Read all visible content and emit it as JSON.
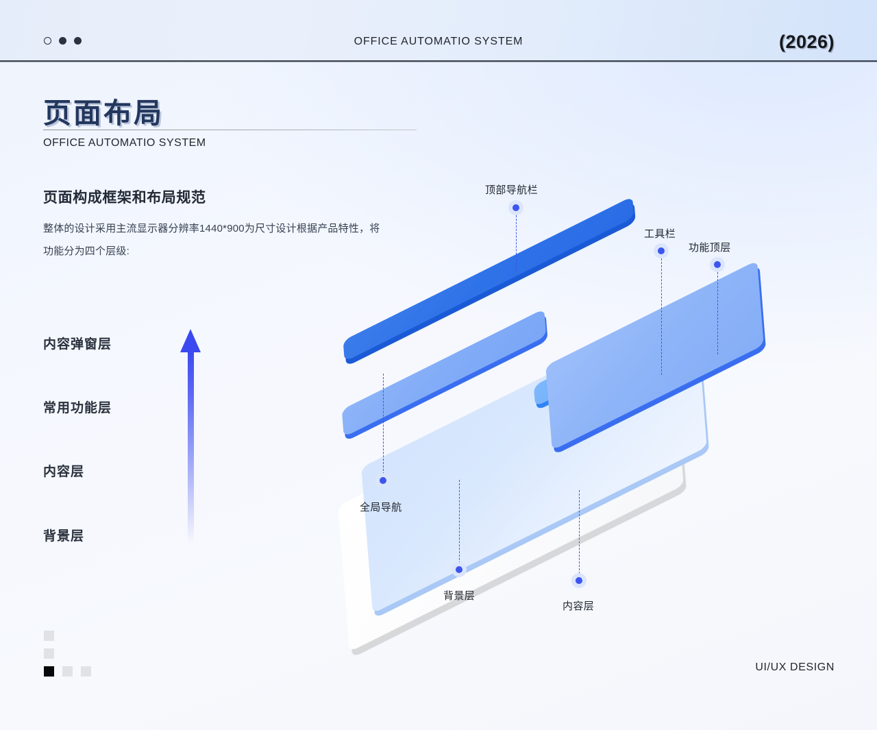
{
  "header": {
    "title": "OFFICE AUTOMATIO SYSTEM",
    "year": "(2026)",
    "dots": [
      "hollow",
      "solid",
      "solid"
    ]
  },
  "left": {
    "title_cn": "页面布局",
    "title_en": "OFFICE AUTOMATIO SYSTEM",
    "section_heading": "页面构成框架和布局规范",
    "body_text": "整体的设计采用主流显示器分辨率1440*900为尺寸设计根据产品特性，将功能分为四个层级:",
    "layer_labels": [
      "内容弹窗层",
      "常用功能层",
      "内容层",
      "背景层"
    ]
  },
  "diagram": {
    "callouts": [
      {
        "label": "顶部导航栏"
      },
      {
        "label": "工具栏"
      },
      {
        "label": "功能顶层"
      },
      {
        "label": "全局导航"
      },
      {
        "label": "背景层"
      },
      {
        "label": "内容层"
      }
    ],
    "slabs": [
      {
        "name": "top-navigation-bar",
        "color": "#2e72e8"
      },
      {
        "name": "function-panel",
        "color": "#8fb5f8"
      },
      {
        "name": "toolbar-chip",
        "color": "#6eadfa"
      },
      {
        "name": "global-navigation-sidebar",
        "color": "#82acf7"
      },
      {
        "name": "content-layer-plate",
        "color": "#d9e8fd"
      },
      {
        "name": "background-layer-plate",
        "color": "#ffffff"
      }
    ]
  },
  "footer": {
    "credit": "UI/UX DESIGN"
  },
  "colors": {
    "accent_blue": "#3c55ef",
    "nav_blue": "#2e72e8",
    "title_navy": "#23375e"
  }
}
